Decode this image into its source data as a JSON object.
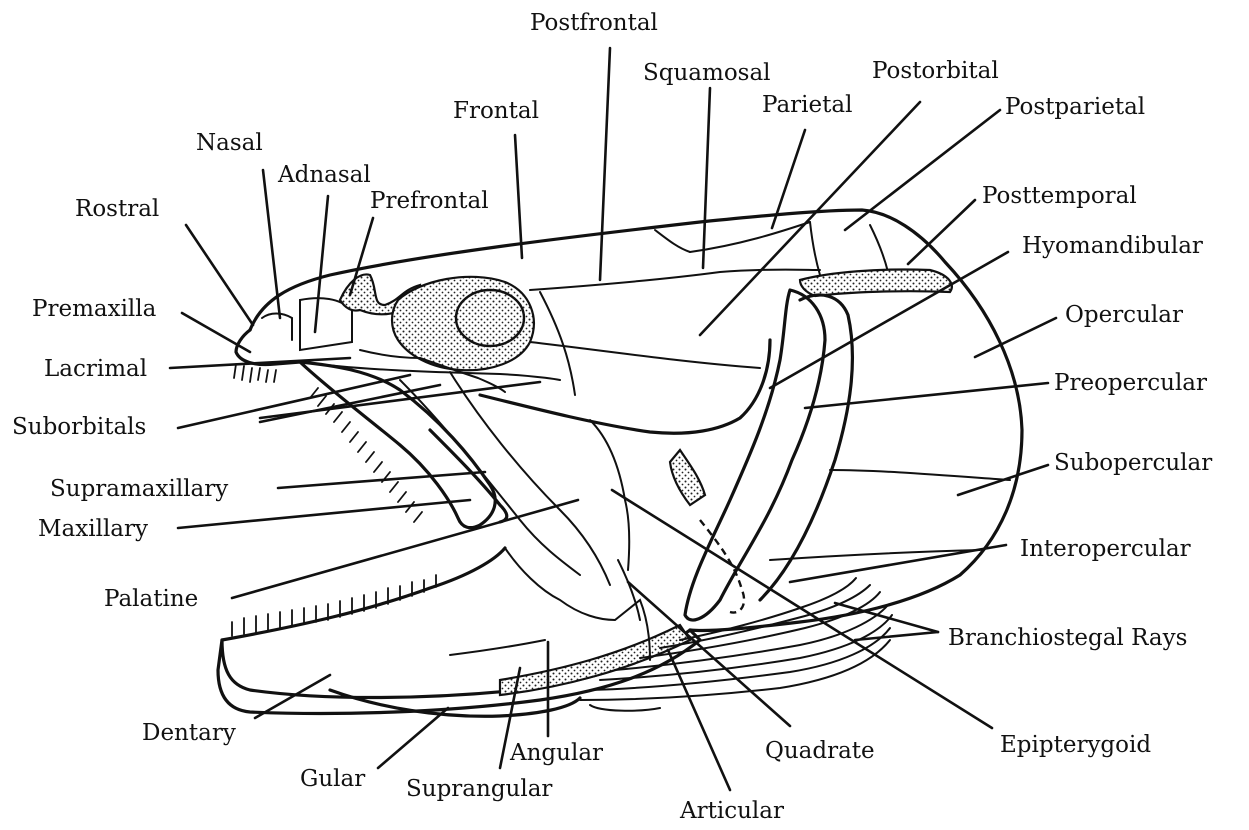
{
  "labels": {
    "postfrontal": "Postfrontal",
    "squamosal": "Squamosal",
    "postorbital": "Postorbital",
    "parietal": "Parietal",
    "postparietal": "Postparietal",
    "frontal": "Frontal",
    "nasal": "Nasal",
    "adnasal": "Adnasal",
    "prefrontal": "Prefrontal",
    "rostral": "Rostral",
    "posttemporal": "Posttemporal",
    "hyomandibular": "Hyomandibular",
    "premaxilla": "Premaxilla",
    "opercular": "Opercular",
    "lacrimal": "Lacrimal",
    "preopercular": "Preopercular",
    "suborbitals": "Suborbitals",
    "subopercular": "Subopercular",
    "supramaxillary": "Supramaxillary",
    "maxillary": "Maxillary",
    "interopercular": "Interopercular",
    "palatine": "Palatine",
    "branchiostegal_rays": "Branchiostegal Rays",
    "dentary": "Dentary",
    "angular": "Angular",
    "quadrate": "Quadrate",
    "epipterygoid": "Epipterygoid",
    "gular": "Gular",
    "suprangular": "Suprangular",
    "articular": "Articular"
  }
}
